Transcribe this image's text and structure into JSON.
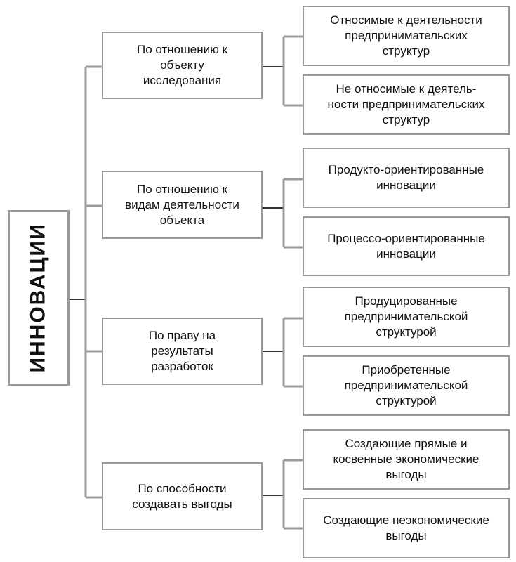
{
  "root": {
    "label": "ИННОВАЦИИ"
  },
  "categories": [
    {
      "label": "По отношению к\nобъекту\nисследования",
      "children": [
        "Относимые к деятельности\nпредпринимательских\nструктур",
        "Не относимые к деятель-\nности предпринимательских\nструктур"
      ]
    },
    {
      "label": "По отношению к\nвидам деятельности\nобъекта",
      "children": [
        "Продукто-ориентированные\nинновации",
        "Процессо-ориентированные\nинновации"
      ]
    },
    {
      "label": "По праву на\nрезультаты\nразработок",
      "children": [
        "Продуцированные\nпредпринимательской\nструктурой",
        "Приобретенные\nпредпринимательской\nструктурой"
      ]
    },
    {
      "label": "По способности\nсоздавать выгоды",
      "children": [
        "Создающие прямые и\nкосвенные экономические\nвыгоды",
        "Создающие неэкономические\nвыгоды"
      ]
    }
  ],
  "colors": {
    "border": "#999999",
    "connector": "#9a9a9a",
    "connector_dark": "#333333"
  }
}
